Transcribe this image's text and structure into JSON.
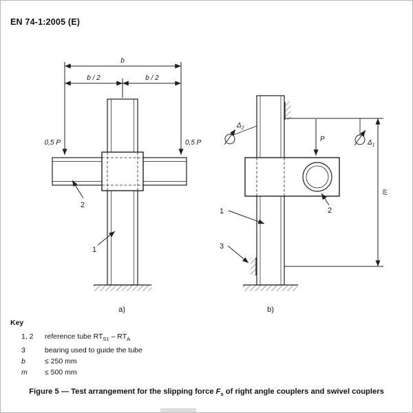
{
  "colors": {
    "ink": "#1f1f1f",
    "paper": "#ffffff"
  },
  "document": {
    "reference": "EN 74-1:2005 (E)"
  },
  "diagram_a": {
    "caption": "a)",
    "dim_b": "b",
    "dim_b2_left": "b / 2",
    "dim_b2_right": "b / 2",
    "force_left": "0,5 P",
    "force_right": "0,5 P",
    "ref_1": "1",
    "ref_2": "2"
  },
  "diagram_b": {
    "caption": "b)",
    "force": "P",
    "dim_m": "m",
    "gauge_1": {
      "symbol": "Δ",
      "sub": "1"
    },
    "gauge_2": {
      "symbol": "Δ",
      "sub": "2"
    },
    "ref_1": "1",
    "ref_2": "2",
    "ref_3": "3"
  },
  "key": {
    "title": "Key",
    "rows": [
      {
        "term": "1, 2",
        "def_pre": "reference tube RT",
        "def_sub1": "S1",
        "def_mid": " – RT",
        "def_sub2": "A"
      },
      {
        "term": "3",
        "def": "bearing used to guide the tube"
      },
      {
        "term": "b",
        "def": "≤ 250 mm"
      },
      {
        "term": "m",
        "def": "≤ 500 mm"
      }
    ]
  },
  "figure_caption": {
    "text_before": "Figure 5 — Test arrangement for the slipping force ",
    "force_symbol": "F",
    "force_subscript": "s",
    "text_after": " of right angle couplers and swivel couplers"
  }
}
